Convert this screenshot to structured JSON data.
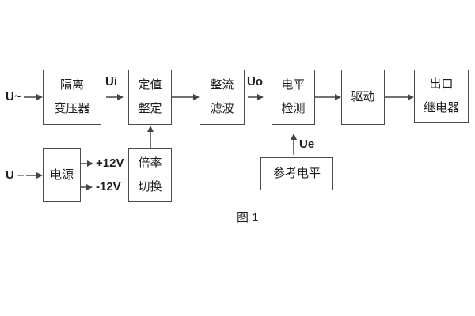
{
  "diagram": {
    "caption": "图 1",
    "blocks": [
      {
        "name": "isolation-transformer",
        "line1": "隔离",
        "line2": "变压器"
      },
      {
        "name": "setpoint-adjust",
        "line1": "定值",
        "line2": "整定"
      },
      {
        "name": "rectify-filter",
        "line1": "整流",
        "line2": "滤波"
      },
      {
        "name": "level-detect",
        "line1": "电平",
        "line2": "检测"
      },
      {
        "name": "driver",
        "line1": "驱动",
        "line2": ""
      },
      {
        "name": "output-relay",
        "line1": "出口",
        "line2": "继电器"
      },
      {
        "name": "power-supply",
        "line1": "电源",
        "line2": ""
      },
      {
        "name": "ratio-switch",
        "line1": "倍率",
        "line2": "切换"
      },
      {
        "name": "reference-level",
        "line1": "参考电平",
        "line2": ""
      }
    ],
    "labels": {
      "ac_input": "U~",
      "dc_input": "U –",
      "ui": "Ui",
      "uo": "Uo",
      "ue": "Ue",
      "plus_12v": "+12V",
      "minus_12v": "-12V"
    },
    "colors": {
      "line": "#454545",
      "text": "#1e1e1e",
      "background": "#ffffff"
    }
  }
}
